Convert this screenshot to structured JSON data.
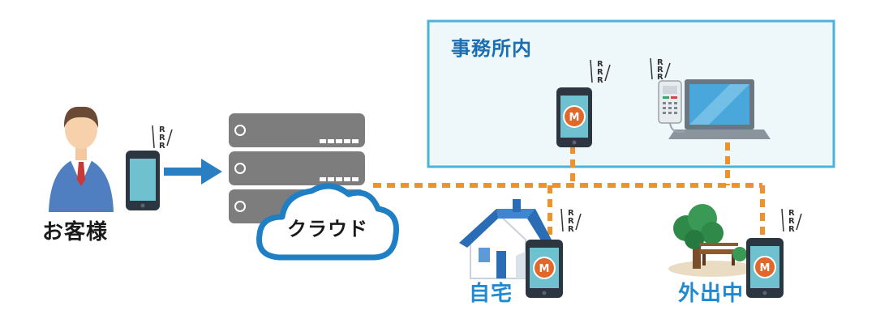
{
  "labels": {
    "customer": "お客様",
    "cloud": "クラウド",
    "office": "事務所内",
    "home": "自宅",
    "outside": "外出中"
  },
  "ring_glyph": "R",
  "app_icon_letter": "M",
  "colors": {
    "office_border": "#4bb3d9",
    "office_fill": "#eef7fa",
    "connection": "#f0922b",
    "arrow": "#2a7fc2",
    "cloud_stroke": "#1f7fc4",
    "server": "#7d7d7d"
  }
}
